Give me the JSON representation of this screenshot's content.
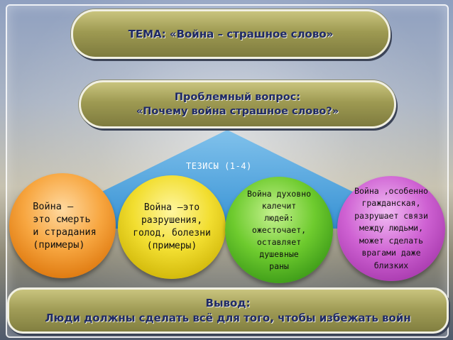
{
  "topic": "ТЕМА: «Война – страшное слово»",
  "question": {
    "line1": "Проблемный вопрос:",
    "line2": "«Почему война страшное слово?»"
  },
  "theses_label": "ТЕЗИСЫ  (1-4)",
  "theses": [
    {
      "text": "Война –\nэто смерть\nи страдания\n(примеры)",
      "color": "#f39a2e"
    },
    {
      "text": "Война –это\nразрушения,\nголод, болезни\n(примеры)",
      "color": "#e8d21a"
    },
    {
      "text": "Война духовно\nкалечит\nлюдей:\nожесточает,\nоставляет\nдушевные\nраны",
      "color": "#5fbf26"
    },
    {
      "text": "Война ,особенно\nгражданская,\nразрушает связи\nмежду людьми,\nможет сделать\nврагами даже\nблизких",
      "color": "#c453c9"
    }
  ],
  "conclusion": {
    "title": "Вывод:",
    "text": "Люди должны сделать всё для того, чтобы избежать войн"
  },
  "colors": {
    "pill": "#9e9a52",
    "title_text": "#1f2a66",
    "triangle": "#4aa3e0"
  }
}
